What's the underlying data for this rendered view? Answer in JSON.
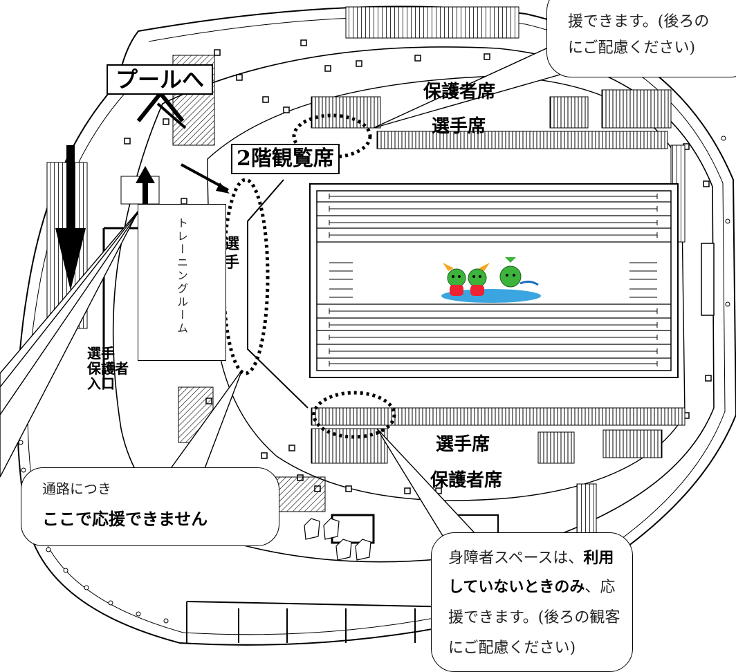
{
  "labels": {
    "pool_sign": "プールへ",
    "upper_seats": "2階観覧席",
    "guardian_seats_top": "保護者席",
    "athlete_seats_top": "選手席",
    "athlete_seats_bottom": "選手席",
    "guardian_seats_bottom": "保護者席",
    "athlete_left_1": "選",
    "athlete_left_2": "手",
    "entrance_1": "選手",
    "entrance_2": "保護者",
    "entrance_3": "入口",
    "training_room": "トレーニングルーム"
  },
  "callouts": {
    "top_right": {
      "line1": "援できます。(後ろの",
      "line2": "にご配慮ください)"
    },
    "passage": {
      "line1": "通路につき",
      "line2": "ここで応援できません"
    },
    "accessible": {
      "line1a": "身障者スペースは、",
      "line1b": "利用",
      "line2a": "していないときのみ",
      "line2b": "、応",
      "line3": "援できます。(後ろの観客",
      "line4": "にご配慮ください)"
    }
  }
}
